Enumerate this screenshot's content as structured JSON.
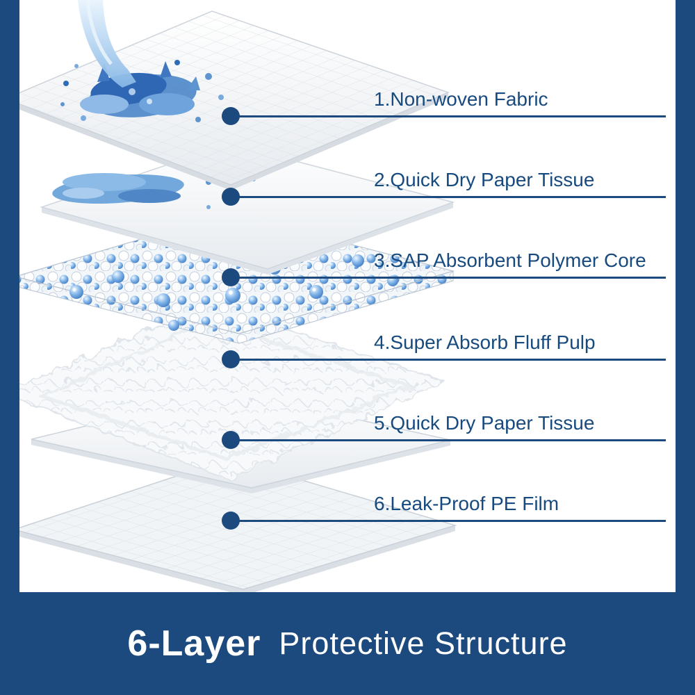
{
  "callouts": [
    {
      "label": "1.Non-woven Fabric"
    },
    {
      "label": "2.Quick Dry Paper Tissue"
    },
    {
      "label": "3.SAP Absorbent Polymer Core"
    },
    {
      "label": "4.Super Absorb Fluff Pulp"
    },
    {
      "label": "5.Quick Dry Paper Tissue"
    },
    {
      "label": "6.Leak-Proof PE Film"
    }
  ],
  "footer": {
    "bold": "6-Layer",
    "rest": "Protective Structure"
  },
  "colors": {
    "navy": "#1c4a7e",
    "label_text": "#174a7e",
    "water_blue": "#4b86c9"
  }
}
